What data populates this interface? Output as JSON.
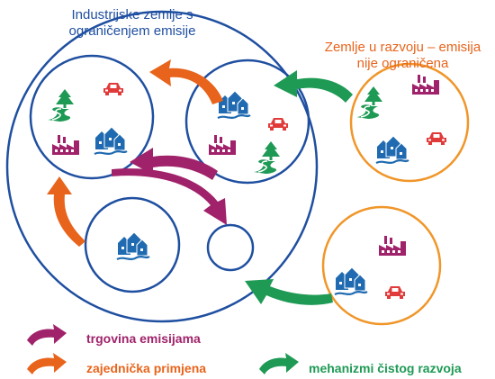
{
  "titles": {
    "industrialized_line1": "Industrijske zemlje s",
    "industrialized_line2": "ograničenjem emisije",
    "developing_line1": "Zemlje u razvoju – emisija",
    "developing_line2": "nije ograničena"
  },
  "legend": {
    "emissions_trading": "trgovina emisijama",
    "joint_implementation": "zajednička primjena",
    "clean_development": "mehanizmi čistog razvoja"
  },
  "colors": {
    "industrialized_circle": "#1f4fa0",
    "developing_circle": "#f0962a",
    "title_industrialized": "#1f4fa0",
    "title_developing": "#e8641c",
    "emissions_trading": "#a0226a",
    "joint_implementation": "#e8641c",
    "clean_development": "#1e9a55",
    "legend_trade_text": "#a0226a",
    "legend_joint_text": "#e8641c",
    "legend_cdm_text": "#1e9a55",
    "forest_icon": "#1e9a55",
    "factory_icon": "#a0226a",
    "houses_icon": "#1f6ab0",
    "car_icon": "#e03a3a"
  },
  "icons": [
    "forest-icon",
    "factory-icon",
    "houses-icon",
    "car-icon"
  ]
}
